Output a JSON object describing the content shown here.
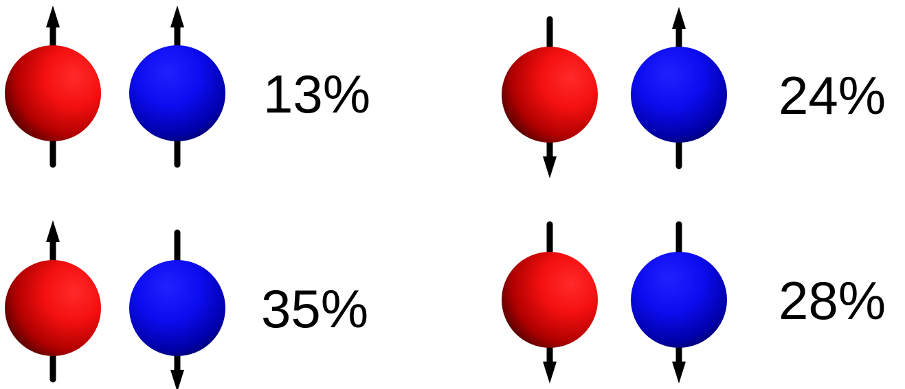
{
  "colors": {
    "red_particle": "#ff1010",
    "blue_particle": "#1010ff",
    "arrow": "#000000",
    "text": "#000000"
  },
  "panels": [
    {
      "id": "top-left",
      "red_spin": "up",
      "blue_spin": "up",
      "probability_label": "13%"
    },
    {
      "id": "top-right",
      "red_spin": "down",
      "blue_spin": "up",
      "probability_label": "24%"
    },
    {
      "id": "bottom-left",
      "red_spin": "up",
      "blue_spin": "down",
      "probability_label": "35%"
    },
    {
      "id": "bottom-right",
      "red_spin": "down",
      "blue_spin": "down",
      "probability_label": "28%"
    }
  ]
}
